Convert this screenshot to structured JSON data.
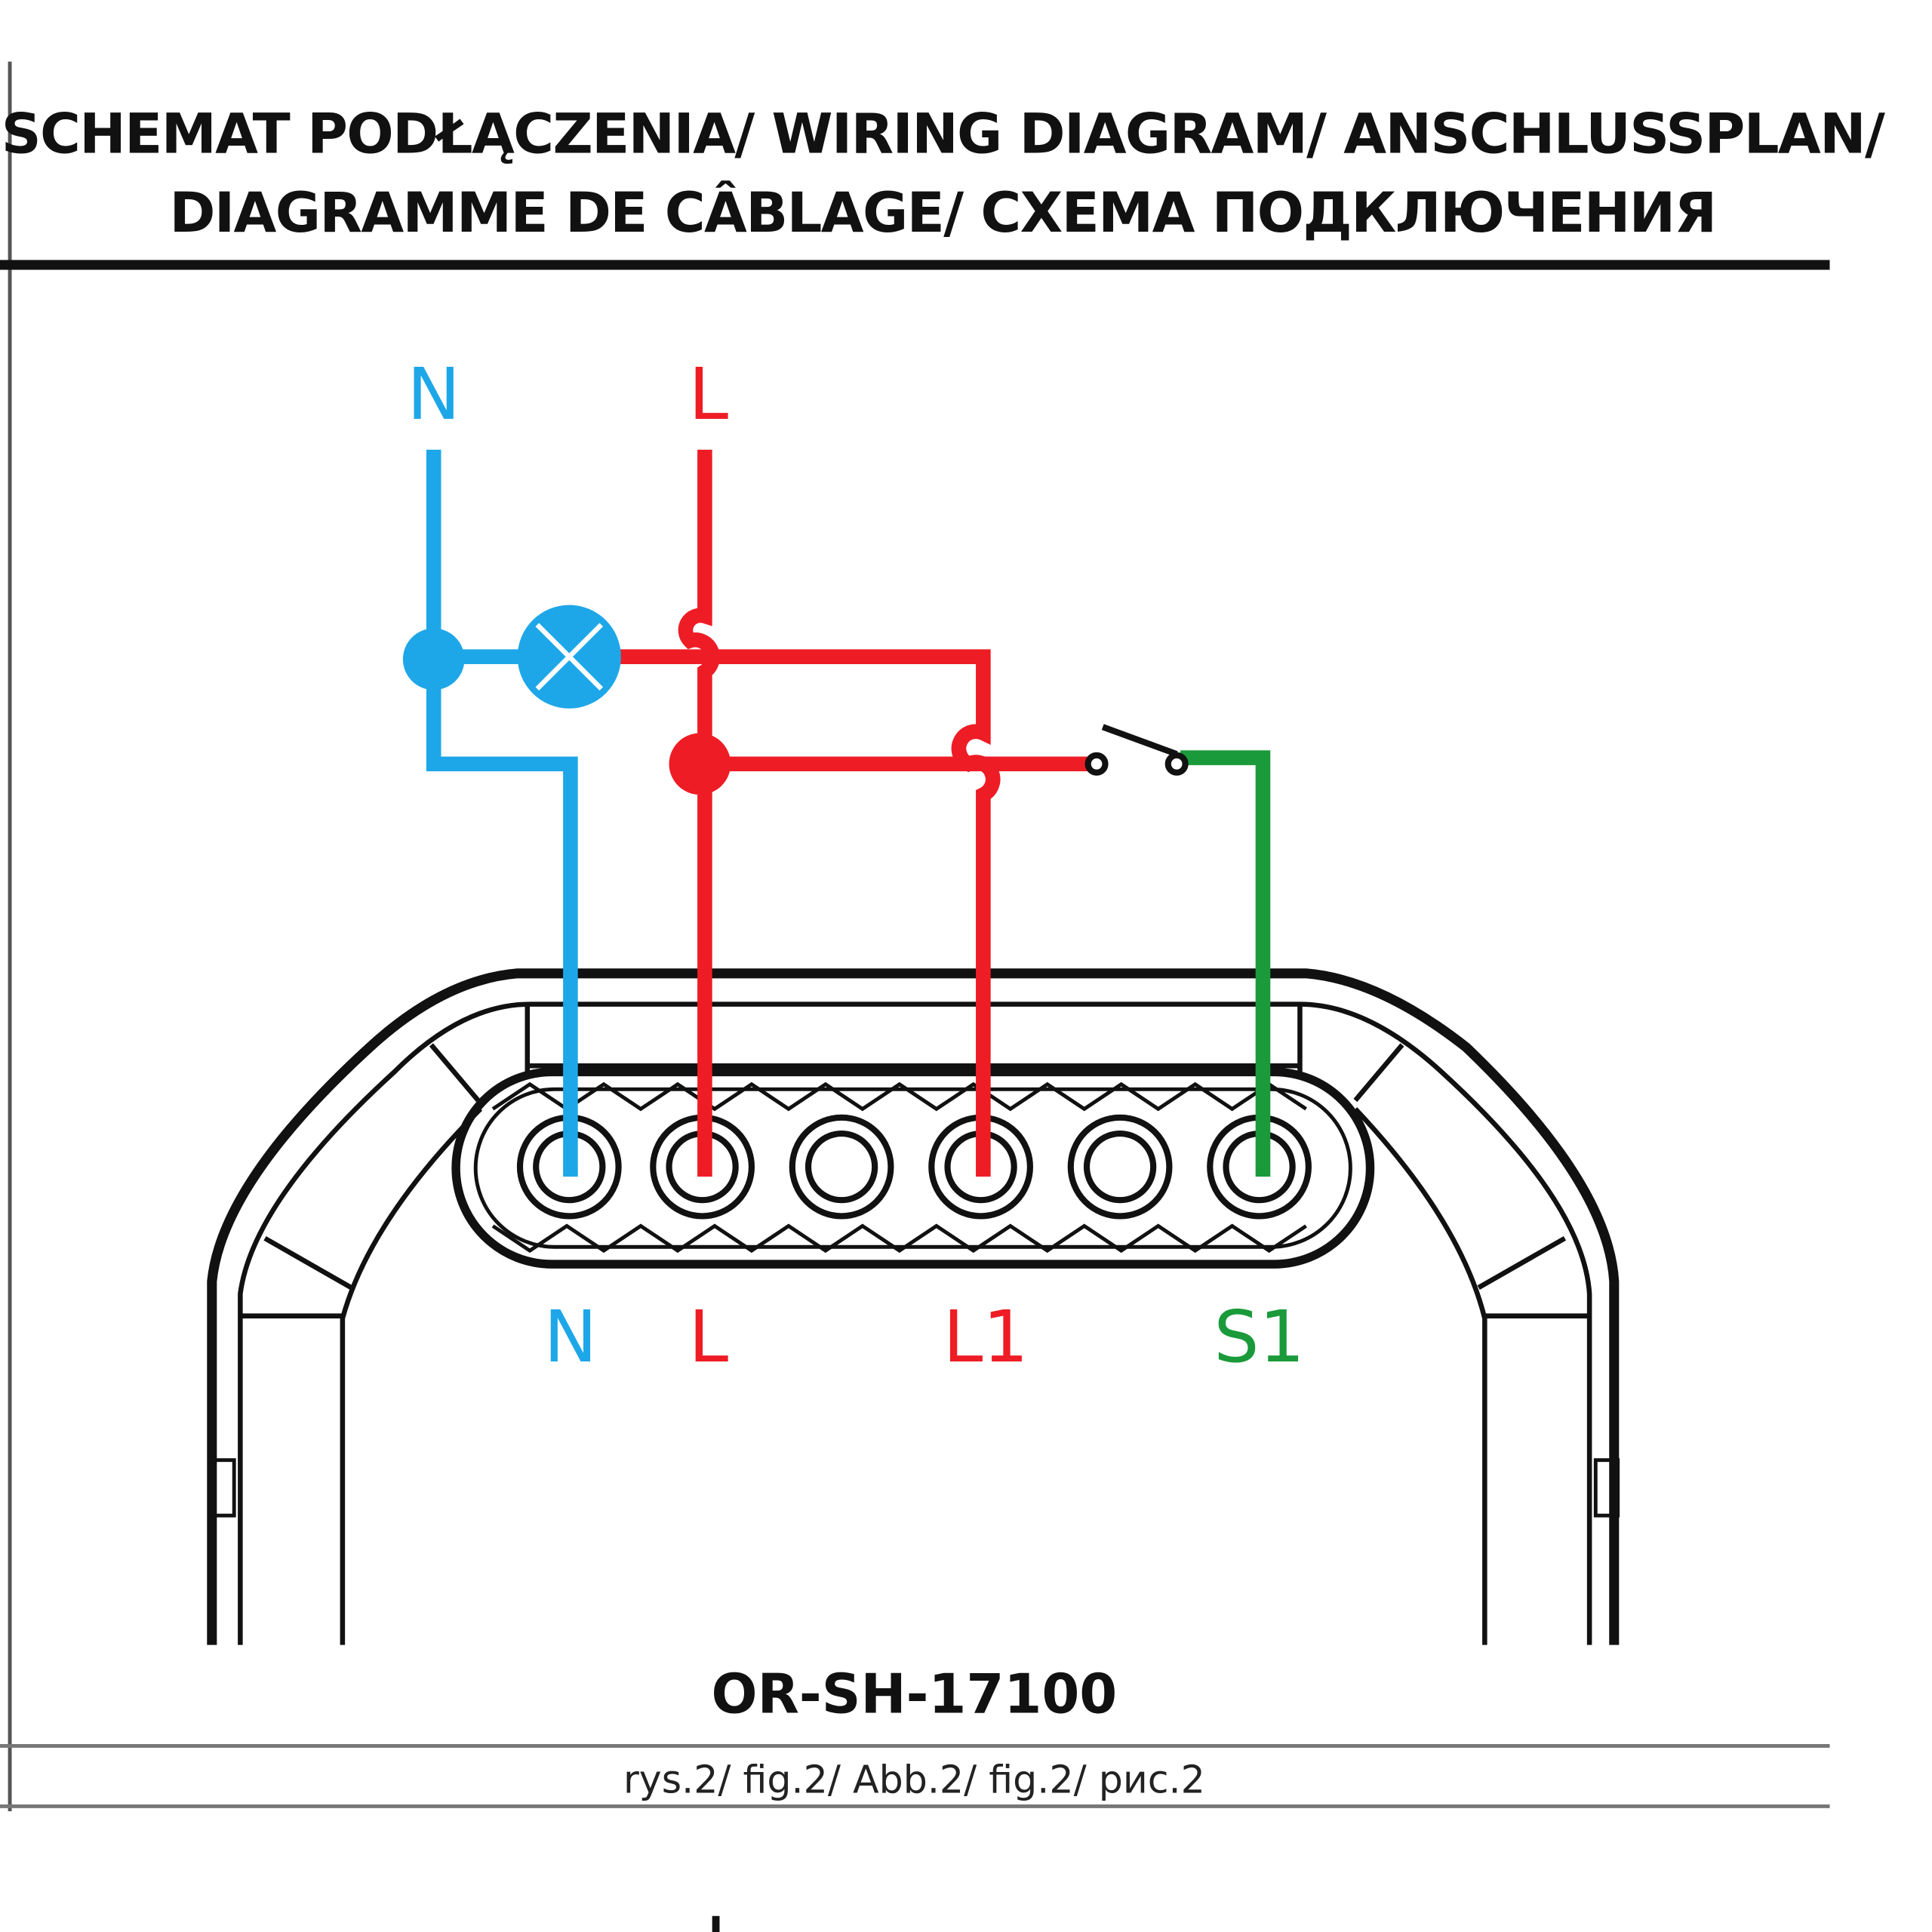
{
  "header": {
    "title_line1": "SCHEMAT PODŁĄCZENIA/ WIRING DIAGRAM/ ANSCHLUSSPLAN/",
    "title_line2": "DIAGRAMME DE CÂBLAGE/ СХЕМА ПОДКЛЮЧЕНИЯ"
  },
  "supply": {
    "neutral_label": "N",
    "live_label": "L"
  },
  "terminals": {
    "labels": [
      "N",
      "L",
      "L1",
      "S1"
    ]
  },
  "model": "OR-SH-17100",
  "caption": "rys.2/ fig.2/ Abb.2/ fig.2/ рис.2",
  "colors": {
    "neutral": "#1ea7e8",
    "live": "#ee1c25",
    "switch": "#1a9a3a",
    "outline": "#111111"
  }
}
